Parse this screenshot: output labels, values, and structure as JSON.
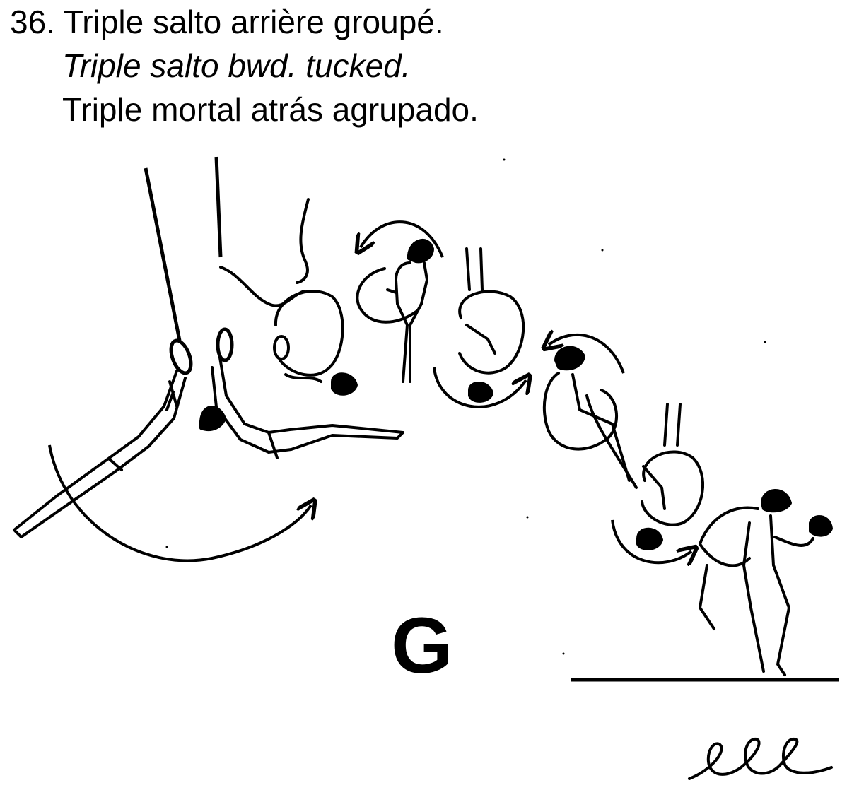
{
  "element": {
    "number_title": "36. Triple salto arrière groupé.",
    "name_en": "Triple salto bwd. tucked.",
    "name_es": "Triple mortal atrás agrupado."
  },
  "difficulty_value": "G",
  "colors": {
    "ink": "#000000",
    "paper": "#ffffff"
  }
}
